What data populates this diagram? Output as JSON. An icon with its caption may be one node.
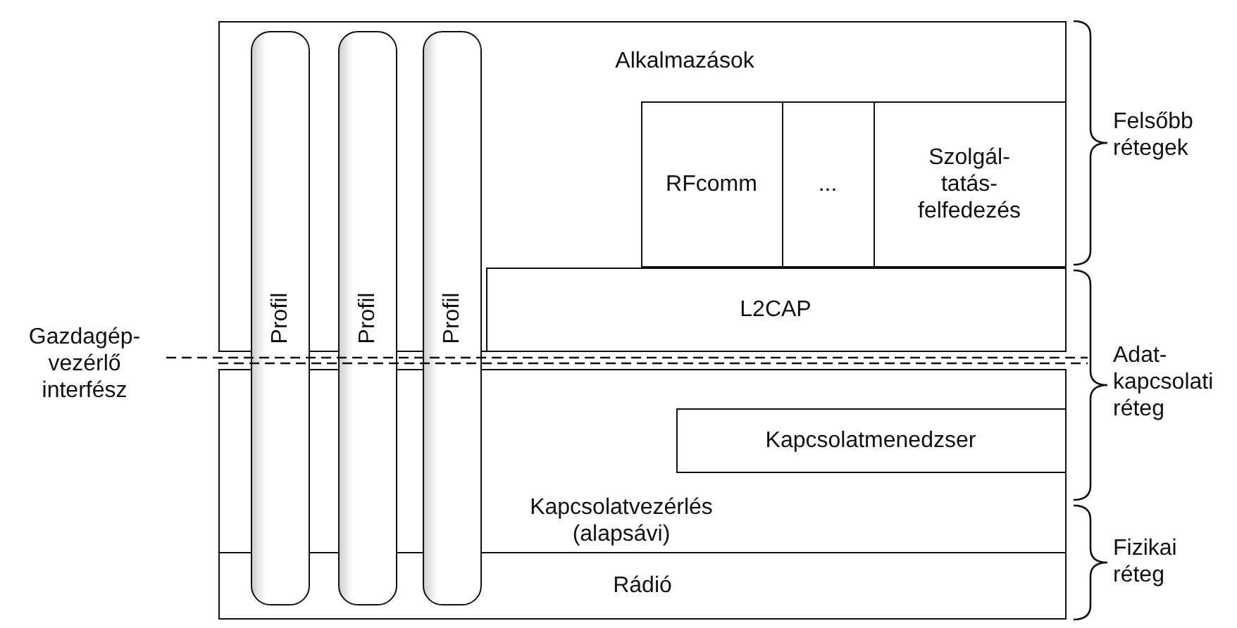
{
  "diagram": {
    "nodes": [
      {
        "text": [
          "Alkalmazások"
        ]
      },
      {
        "text": [
          "RFcomm"
        ],
        "in": 0
      },
      {
        "text": [
          "..."
        ],
        "in": 0
      },
      {
        "text": [
          "Szolgál- tatás- felfedezés"
        ],
        "in": 0
      },
      {
        "text": [
          "L2CAP"
        ],
        "in": 0
      },
      {
        "text": [
          "Kapcsolatvezérlés (alapsávi)"
        ]
      },
      {
        "text": [
          "Kapcsolatmenedzser"
        ],
        "in": 5
      },
      {
        "text": [
          "Rádió"
        ]
      },
      {
        "text": [
          "Profil"
        ]
      },
      {
        "text": [
          "Profil"
        ]
      },
      {
        "text": [
          "Profil"
        ]
      }
    ],
    "edges": [],
    "labels": [
      "Gazdagép- vezérlő interfész",
      "Felsőbb rétegek",
      "Adat- kapcsolati réteg",
      "Fizikai réteg"
    ]
  }
}
